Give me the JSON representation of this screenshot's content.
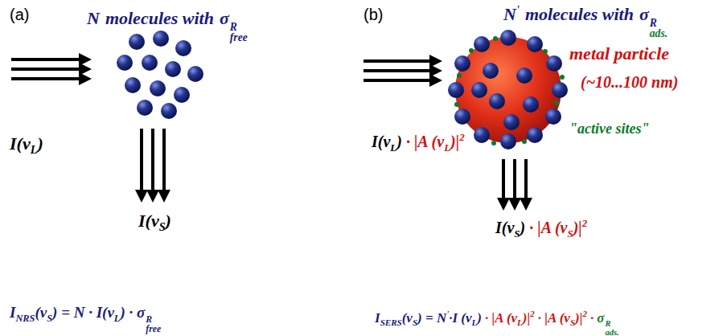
{
  "diagram": {
    "labels": [
      "(a)",
      "N",
      "molecules with",
      "σ",
      "R",
      "free",
      "I(ν",
      "L",
      ")",
      "I(ν",
      "S",
      ")",
      "I",
      "NRS",
      "(ν",
      "S",
      ") = N · I(ν",
      "L",
      ") · σ",
      "R",
      "free",
      "(b)",
      "N",
      "'",
      "molecules with",
      "σ",
      "R",
      "ads.",
      "metal particle",
      "(~10...100 nm)",
      "\"active sites\"",
      "I(ν",
      "L",
      ")",
      "· |A (ν",
      "L",
      ")|",
      "2",
      "I(ν",
      "S",
      ")",
      "· |A (ν",
      "S",
      ")|",
      "2",
      "I",
      "SERS",
      "(ν",
      "S",
      ") = N",
      "'",
      "·I (ν",
      "L",
      ")",
      "· |A (ν",
      "L",
      ")|",
      "2",
      "· |A (ν",
      "S",
      ")|",
      "2",
      "·",
      "σ",
      "R",
      "ads."
    ]
  }
}
